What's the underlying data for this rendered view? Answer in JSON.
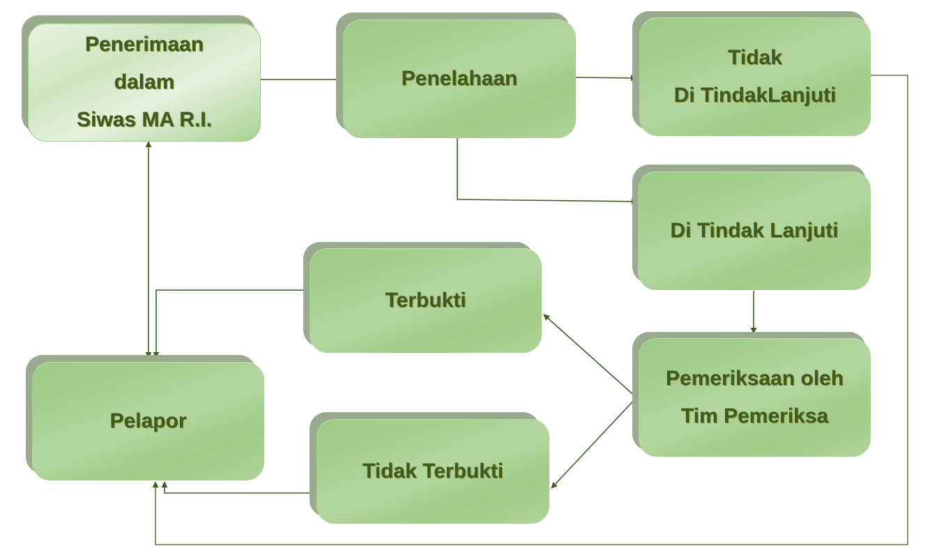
{
  "diagram": {
    "type": "flowchart",
    "colors": {
      "box_fill": "#a9d093",
      "box_shadow": "#9aaa8e",
      "text": "#3d5a20",
      "edge": "#3f5e26"
    },
    "nodes": [
      {
        "id": "penerimaan",
        "label": "Penerimaan\ndalam\nSiwas MA R.I."
      },
      {
        "id": "penelahaan",
        "label": "Penelahaan"
      },
      {
        "id": "tidak_ditindaklanjuti",
        "label": "Tidak\nDi TindakLanjuti"
      },
      {
        "id": "ditindaklanjuti",
        "label": "Di Tindak Lanjuti"
      },
      {
        "id": "terbukti",
        "label": "Terbukti"
      },
      {
        "id": "pemeriksaan",
        "label": "Pemeriksaan oleh\nTim Pemeriksa"
      },
      {
        "id": "pelapor",
        "label": "Pelapor"
      },
      {
        "id": "tidak_terbukti",
        "label": "Tidak Terbukti"
      }
    ],
    "edges": [
      {
        "from": "penerimaan",
        "to": "penelahaan"
      },
      {
        "from": "penelahaan",
        "to": "tidak_ditindaklanjuti"
      },
      {
        "from": "penelahaan",
        "to": "ditindaklanjuti"
      },
      {
        "from": "ditindaklanjuti",
        "to": "pemeriksaan"
      },
      {
        "from": "pemeriksaan",
        "to": "terbukti"
      },
      {
        "from": "pemeriksaan",
        "to": "tidak_terbukti"
      },
      {
        "from": "terbukti",
        "to": "pelapor"
      },
      {
        "from": "tidak_terbukti",
        "to": "pelapor"
      },
      {
        "from": "tidak_ditindaklanjuti",
        "to": "pelapor"
      },
      {
        "from": "pelapor",
        "to": "penerimaan",
        "bidirectional": true
      }
    ]
  }
}
